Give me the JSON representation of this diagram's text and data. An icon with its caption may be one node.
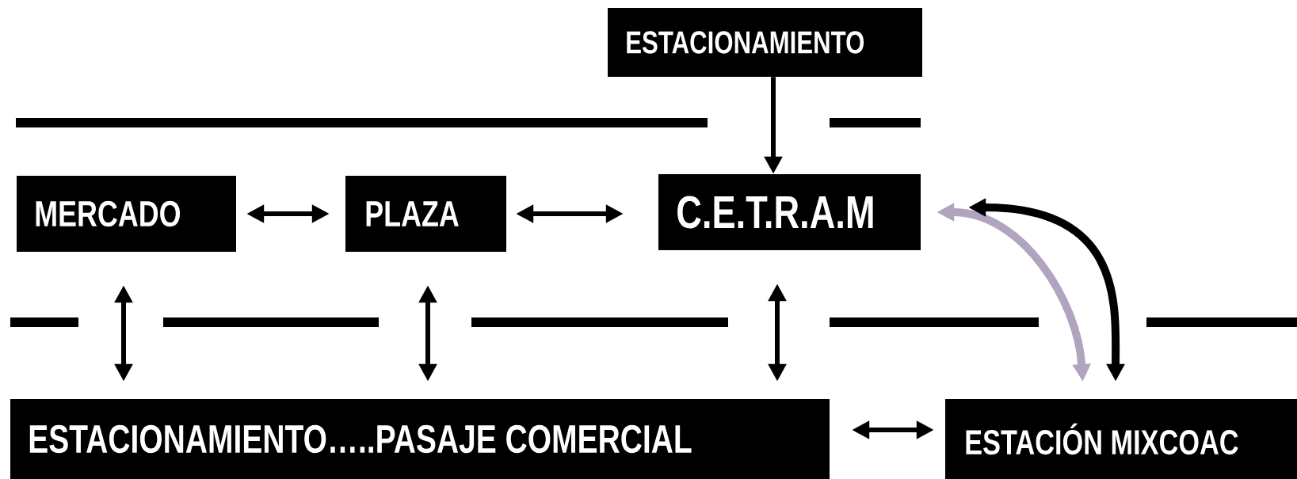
{
  "diagram": {
    "nodes": [
      {
        "text": [
          "ESTACIONAMIENTO"
        ]
      },
      {
        "text": [
          "MERCADO"
        ]
      },
      {
        "text": [
          "PLAZA"
        ]
      },
      {
        "text": [
          "C.E.T.R.A.M"
        ]
      },
      {
        "text": [
          "ESTACIONAMIENTO…..PASAJE COMERCIAL"
        ]
      },
      {
        "text": [
          "ESTACIÓN MIXCOAC"
        ]
      }
    ],
    "edges": [
      {
        "from": 0,
        "to": 3,
        "arrow": "to"
      },
      {
        "from": 1,
        "to": 2,
        "arrow": "both"
      },
      {
        "from": 2,
        "to": 3,
        "arrow": "both"
      },
      {
        "from": 1,
        "to": 4,
        "arrow": "both"
      },
      {
        "from": 2,
        "to": 4,
        "arrow": "both"
      },
      {
        "from": 3,
        "to": 4,
        "arrow": "both"
      },
      {
        "from": 4,
        "to": 5,
        "arrow": "both"
      },
      {
        "from": 3,
        "to": 5,
        "arrow": "both",
        "color": "#b0a4bf"
      },
      {
        "from": 3,
        "to": 5,
        "arrow": "both"
      }
    ]
  }
}
